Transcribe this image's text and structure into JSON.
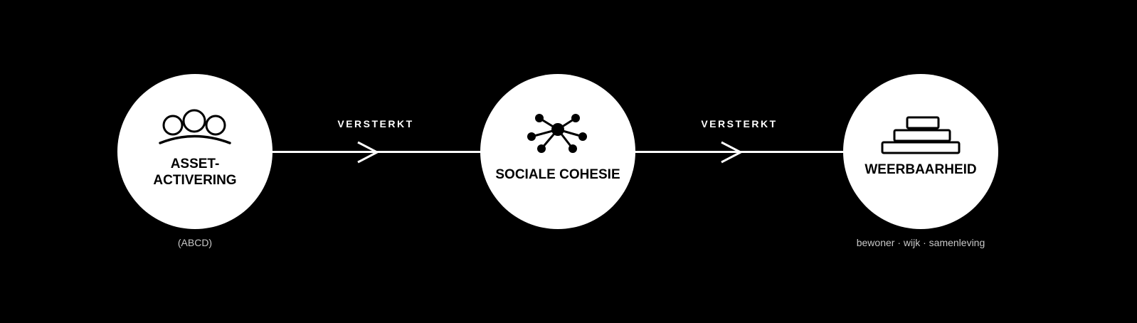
{
  "diagram": {
    "background": "#000000",
    "nodes": [
      {
        "id": "asset-activering",
        "label_lines": [
          "ASSET-",
          "ACTIVERING"
        ],
        "caption": "(ABCD)",
        "icon": "people-group-icon"
      },
      {
        "id": "sociale-cohesie",
        "label_lines": [
          "SOCIALE COHESIE"
        ],
        "caption": "",
        "icon": "network-hub-icon"
      },
      {
        "id": "weerbaarheid",
        "label_lines": [
          "WEERBAARHEID"
        ],
        "caption": "bewoner · wijk · samenleving",
        "icon": "stacked-layers-icon"
      }
    ],
    "edges": [
      {
        "from": "asset-activering",
        "to": "sociale-cohesie",
        "label": "VERSTERKT"
      },
      {
        "from": "sociale-cohesie",
        "to": "weerbaarheid",
        "label": "VERSTERKT"
      }
    ]
  }
}
